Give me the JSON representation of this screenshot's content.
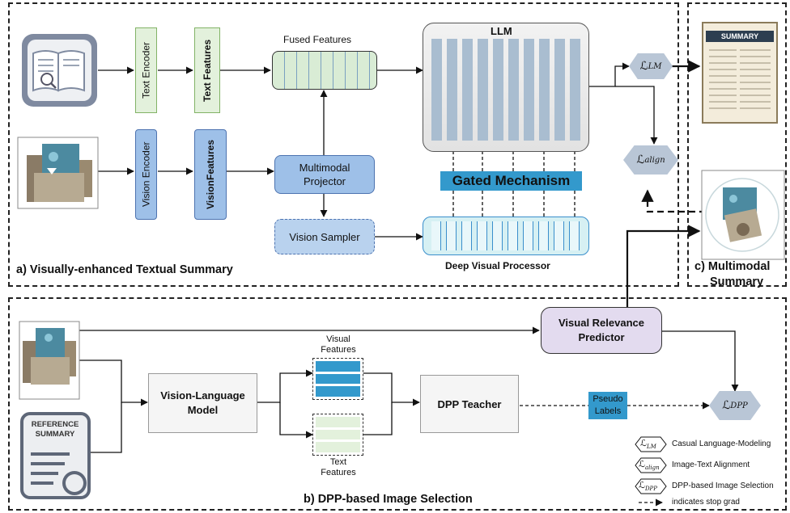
{
  "panels": {
    "a_label": "a) Visually-enhanced Textual Summary",
    "b_label": "b) DPP-based Image Selection",
    "c_label_line1": "c) Multimodal",
    "c_label_line2": "Summary"
  },
  "top": {
    "text_encoder": "Text Encoder",
    "text_features": "Text Features",
    "vision_encoder": "Vision Encoder",
    "vision_features_line1": "Vision",
    "vision_features_line2": "Features",
    "fused_features": "Fused Features",
    "multimodal_projector_line1": "Multimodal",
    "multimodal_projector_line2": "Projector",
    "vision_sampler": "Vision Sampler",
    "llm": "LLM",
    "gated_mechanism": "Gated Mechanism",
    "deep_visual_processor": "Deep Visual Processor",
    "summary_doc_title": "SUMMARY"
  },
  "bottom": {
    "visual_relevance_line1": "Visual Relevance",
    "visual_relevance_line2": "Predictor",
    "vlm_line1": "Vision-Language",
    "vlm_line2": "Model",
    "visual_features_line1": "Visual",
    "visual_features_line2": "Features",
    "text_features_line1": "Text",
    "text_features_line2": "Features",
    "dpp_teacher": "DPP Teacher",
    "pseudo_line1": "Pseudo",
    "pseudo_line2": "Labels",
    "reference_line1": "REFERENCE",
    "reference_line2": "SUMMARY"
  },
  "losses": {
    "symbol": "ℒ",
    "lm_sub": "LM",
    "align_sub": "align",
    "dpp_sub": "DPP"
  },
  "legend": {
    "lm_desc": "Casual Language-Modeling",
    "align_desc": "Image-Text Alignment",
    "dpp_desc": "DPP-based Image Selection",
    "stopgrad_desc": "indicates stop grad"
  },
  "colors": {
    "green_fill": "#e3f1dc",
    "green_border": "#82b366",
    "blue_fill": "#9ec0e8",
    "blue_border": "#4d73b0",
    "gray_fill": "#f5f5f5",
    "llm_column": "#a9bdd0",
    "dvp_fill": "#d6f0f3",
    "dvp_border": "#3a8fcc",
    "purple_fill": "#e3dbef",
    "hex_fill": "#b9c6d6",
    "accent_blue": "#3399cc"
  }
}
